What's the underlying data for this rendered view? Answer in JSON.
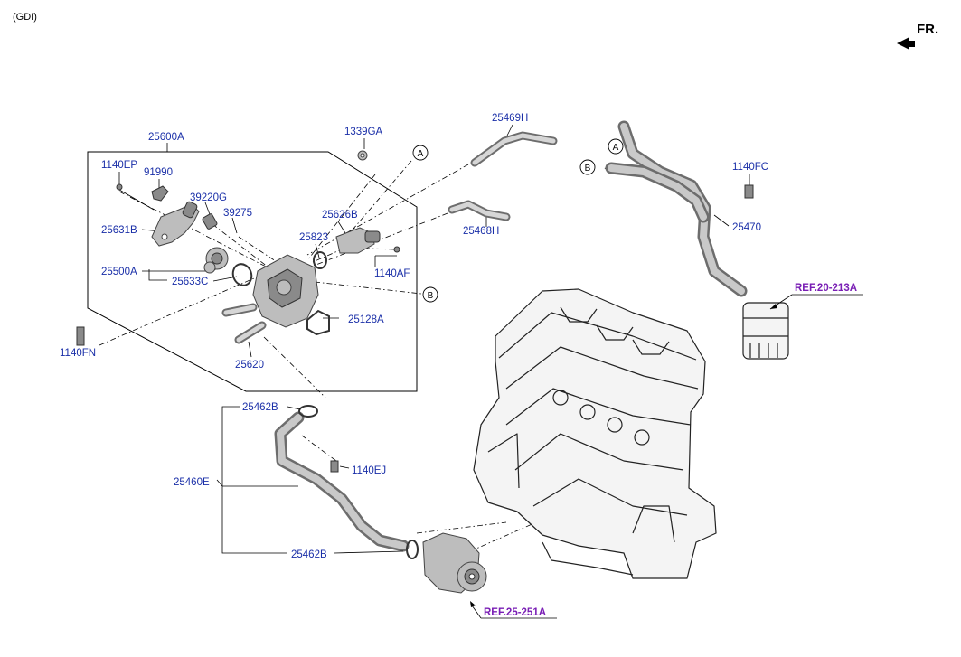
{
  "header": {
    "variant": "(GDI)",
    "direction": "FR."
  },
  "callouts": {
    "p25600A": "25600A",
    "p1140EP": "1140EP",
    "p91990": "91990",
    "p39220G": "39220G",
    "p39275": "39275",
    "p25631B": "25631B",
    "p25500A": "25500A",
    "p25633C": "25633C",
    "p1339GA": "1339GA",
    "p25626B": "25626B",
    "p25823": "25823",
    "p1140AF": "1140AF",
    "p25128A": "25128A",
    "p25620": "25620",
    "p1140FN": "1140FN",
    "p25469H": "25469H",
    "p25468H": "25468H",
    "p1140FC": "1140FC",
    "p25470": "25470",
    "p25462B_top": "25462B",
    "p25460E": "25460E",
    "p1140EJ": "1140EJ",
    "p25462B_bottom": "25462B"
  },
  "references": {
    "ref_oil_cooler": "REF.20-213A",
    "ref_water_pump": "REF.25-251A"
  },
  "connectors": {
    "a_mid": "A",
    "b_mid": "B",
    "a_right": "A",
    "b_right": "B"
  },
  "icons": {
    "direction_arrow": "fr-arrow-icon"
  },
  "colors": {
    "callout_text": "#1a2fa8",
    "reference_text": "#7a1fb5"
  }
}
